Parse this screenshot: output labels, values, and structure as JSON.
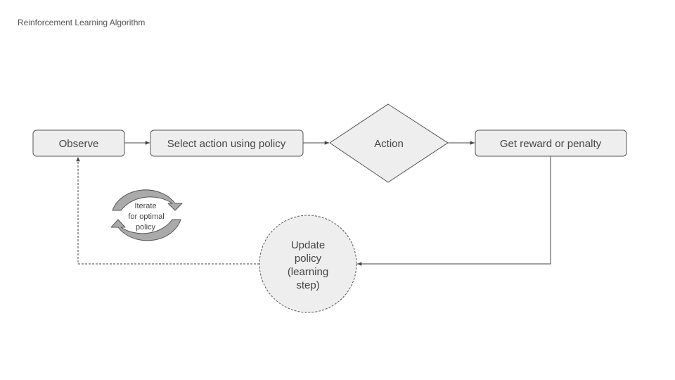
{
  "title": "Reinforcement Learning Algorithm",
  "colors": {
    "node_fill": "#eeeeee",
    "node_stroke": "#555555",
    "arrow": "#444444",
    "text": "#444444",
    "cycle_fill": "#aaaaaa",
    "cycle_light": "#eeeeee"
  },
  "nodes": {
    "observe": "Observe",
    "select": "Select action using policy",
    "action": "Action",
    "reward": "Get reward or penalty",
    "update": [
      "Update",
      "policy",
      "(learning",
      "step)"
    ]
  },
  "cycle_label": [
    "Iterate",
    "for optimal",
    "policy"
  ]
}
